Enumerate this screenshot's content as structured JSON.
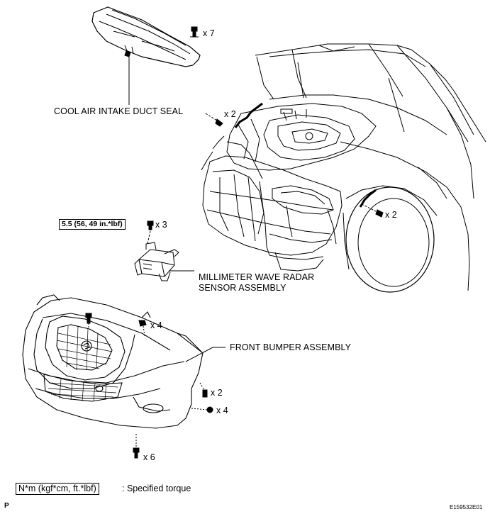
{
  "labels": {
    "cool_air_intake_duct_seal": "COOL AIR INTAKE DUCT SEAL",
    "millimeter_wave_radar_line1": "MILLIMETER WAVE RADAR",
    "millimeter_wave_radar_line2": "SENSOR ASSEMBLY",
    "front_bumper_assembly": "FRONT BUMPER ASSEMBLY"
  },
  "fastener_counts": {
    "duct_seal_clips": "x 7",
    "hood_left_screws": "x 2",
    "fender_screws": "x 2",
    "radar_bolts": "x 3",
    "bumper_top_clips": "x 4",
    "bumper_side_screws": "x 2",
    "bumper_side_clips": "x 4",
    "bumper_bottom_clips": "x 6"
  },
  "torque": {
    "radar_bolt_torque": "5.5 (56, 49 in.*lbf)"
  },
  "legend": {
    "unit_box": "N*m (kgf*cm, ft.*lbf)",
    "description": ": Specified torque"
  },
  "footer": {
    "page_marker": "P",
    "figure_id": "E159532E01"
  }
}
